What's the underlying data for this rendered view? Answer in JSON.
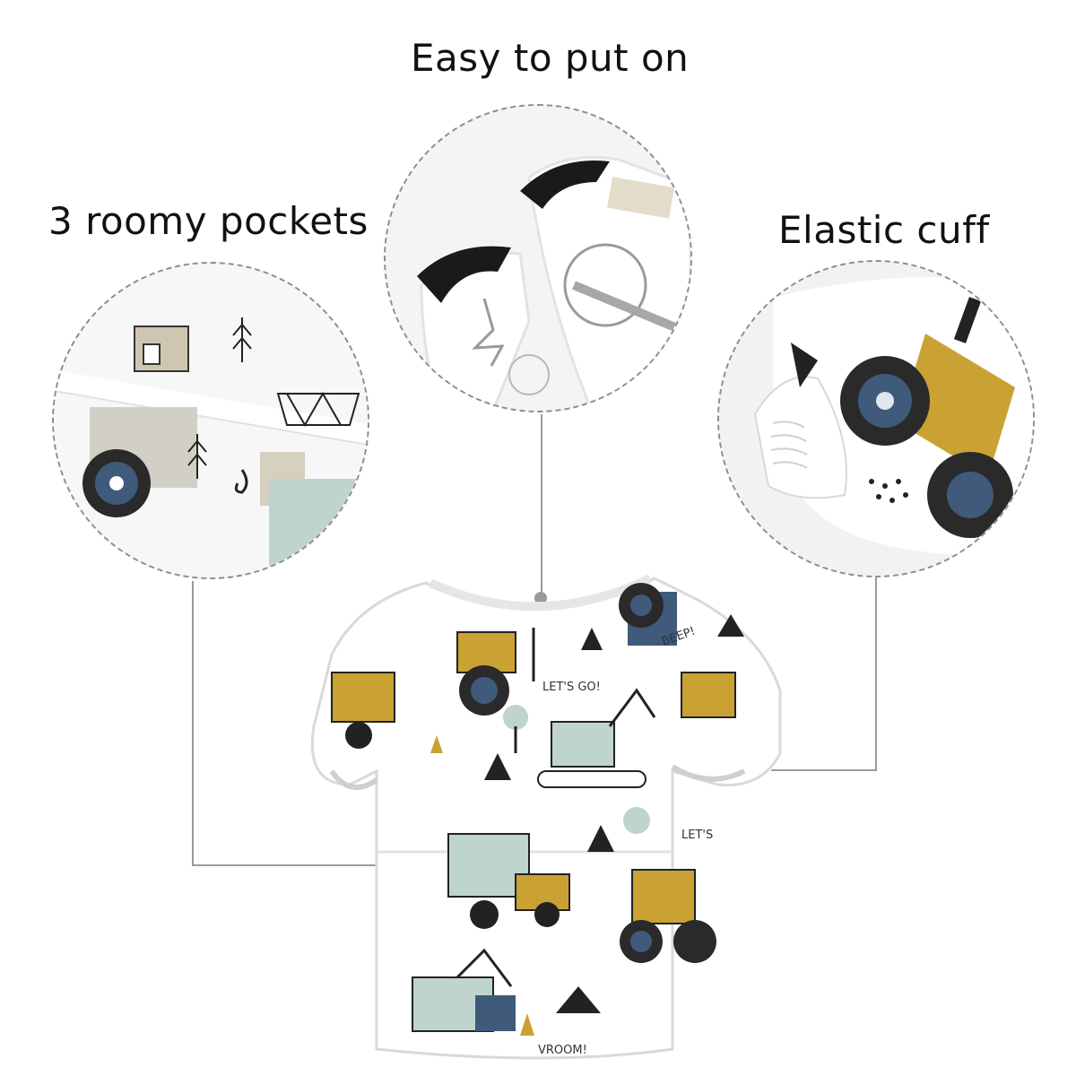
{
  "labels": {
    "top": "Easy to put on",
    "left": "3 roomy pockets",
    "right": "Elastic cuff"
  },
  "print_text": {
    "lets_go": "LET'S GO!",
    "beep": "BEEP!",
    "vroom": "VROOM!",
    "lets_partial": "LET'S"
  },
  "colors": {
    "mustard": "#c9a233",
    "navy": "#3f5a7a",
    "sage": "#b9cfcb",
    "beige": "#cfc6b2",
    "charcoal": "#2c2c2c",
    "dashed": "#8c8c8c"
  }
}
